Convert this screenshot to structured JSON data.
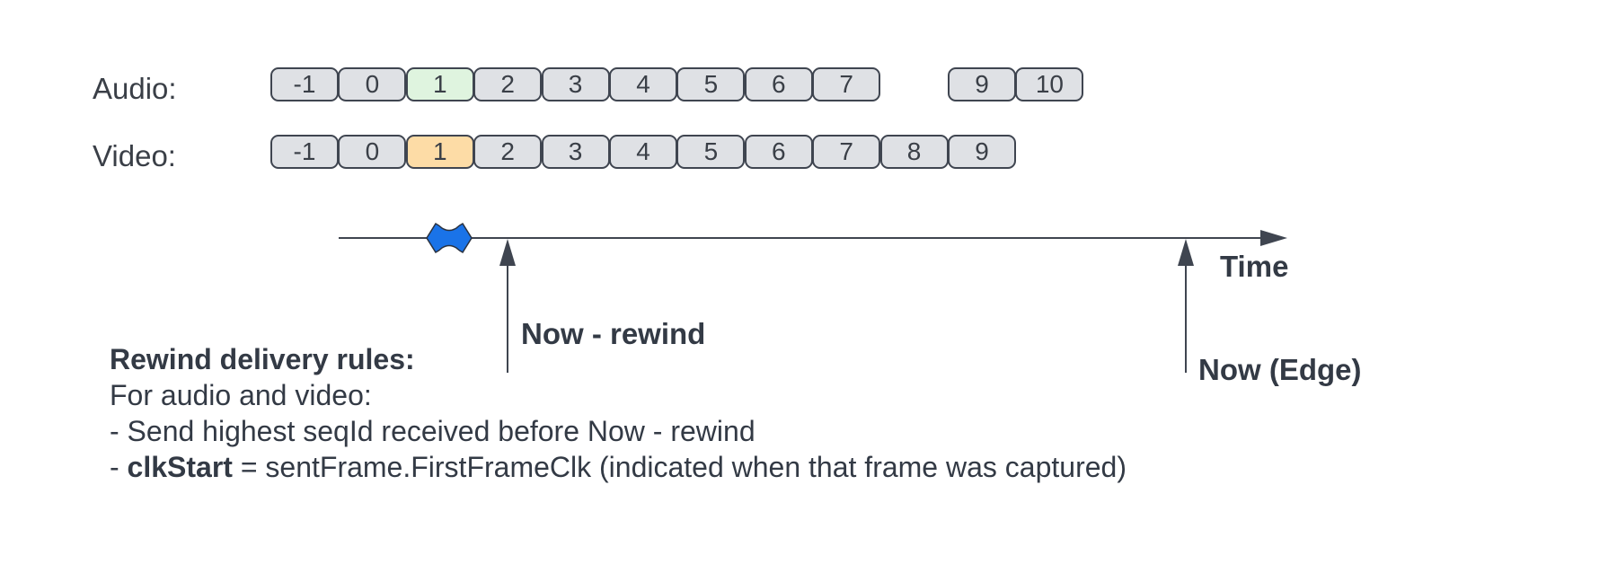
{
  "audio": {
    "label": "Audio:",
    "segments": [
      {
        "text": "-1",
        "slot": 0
      },
      {
        "text": "0",
        "slot": 1
      },
      {
        "text": "1",
        "slot": 2,
        "highlight": "green"
      },
      {
        "text": "2",
        "slot": 3
      },
      {
        "text": "3",
        "slot": 4
      },
      {
        "text": "4",
        "slot": 5
      },
      {
        "text": "5",
        "slot": 6
      },
      {
        "text": "6",
        "slot": 7
      },
      {
        "text": "7",
        "slot": 8
      },
      {
        "text": "9",
        "slot": 10
      },
      {
        "text": "10",
        "slot": 11
      }
    ]
  },
  "video": {
    "label": "Video:",
    "segments": [
      {
        "text": "-1",
        "slot": 0
      },
      {
        "text": "0",
        "slot": 1
      },
      {
        "text": "1",
        "slot": 2,
        "highlight": "orange"
      },
      {
        "text": "2",
        "slot": 3
      },
      {
        "text": "3",
        "slot": 4
      },
      {
        "text": "4",
        "slot": 5
      },
      {
        "text": "5",
        "slot": 6
      },
      {
        "text": "6",
        "slot": 7
      },
      {
        "text": "7",
        "slot": 8
      },
      {
        "text": "8",
        "slot": 9
      },
      {
        "text": "9",
        "slot": 10
      }
    ]
  },
  "timeline": {
    "time_label": "Time",
    "now_rewind_label": "Now - rewind",
    "now_edge_label": "Now (Edge)"
  },
  "rules": {
    "title": "Rewind delivery rules:",
    "line1": "For audio and video:",
    "line2": "- Send highest seqId received before Now - rewind",
    "line3_prefix": "- ",
    "line3_bold": "clkStart",
    "line3_rest": " = sentFrame.FirstFrameClk (indicated when that frame was captured)"
  },
  "colors": {
    "segment_fill": "#dfe1e5",
    "audio_highlight": "#dff4df",
    "video_highlight": "#fddca6",
    "marker": "#1a73e8",
    "line": "#3f4550"
  }
}
